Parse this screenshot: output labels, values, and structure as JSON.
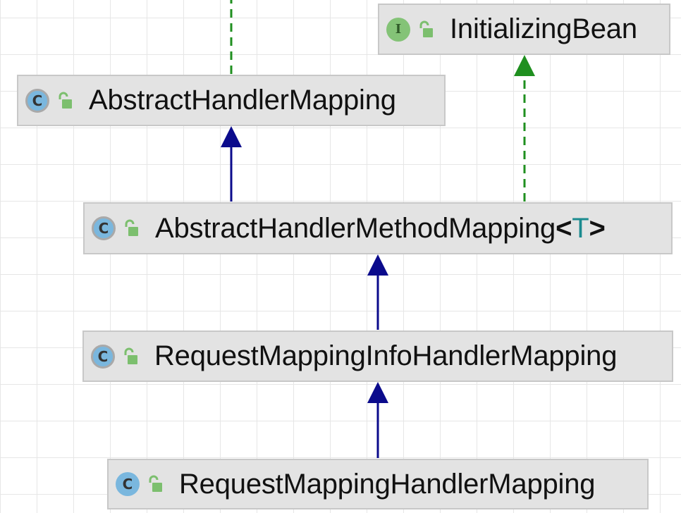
{
  "diagram": {
    "nodes": [
      {
        "id": "initializing_bean",
        "kind": "interface",
        "kind_letter": "I",
        "name": "InitializingBean"
      },
      {
        "id": "abstract_handler_mapping",
        "kind": "class",
        "kind_letter": "C",
        "name": "AbstractHandlerMapping"
      },
      {
        "id": "abstract_handler_method_mapping",
        "kind": "class",
        "kind_letter": "C",
        "name": "AbstractHandlerMethodMapping",
        "type_open": "<",
        "type_param": "T",
        "type_close": ">"
      },
      {
        "id": "request_mapping_info_handler_mapping",
        "kind": "class",
        "kind_letter": "C",
        "name": "RequestMappingInfoHandlerMapping"
      },
      {
        "id": "request_mapping_handler_mapping",
        "kind": "class",
        "kind_letter": "C",
        "name": "RequestMappingHandlerMapping"
      }
    ],
    "edges": [
      {
        "from": "abstract_handler_method_mapping",
        "to": "abstract_handler_mapping",
        "type": "extends"
      },
      {
        "from": "abstract_handler_method_mapping",
        "to": "initializing_bean",
        "type": "implements"
      },
      {
        "from": "request_mapping_info_handler_mapping",
        "to": "abstract_handler_method_mapping",
        "type": "extends"
      },
      {
        "from": "request_mapping_handler_mapping",
        "to": "request_mapping_info_handler_mapping",
        "type": "extends"
      },
      {
        "from": "abstract_handler_mapping",
        "to": "offscreen",
        "type": "implements"
      }
    ],
    "colors": {
      "extends": "#0b0b8c",
      "implements": "#1f8f1f",
      "node_bg": "#e3e3e3",
      "class_icon": "#7ab7de",
      "interface_icon": "#84c377",
      "lock_icon": "#7cbf6e",
      "type_param": "#1b8b8f"
    },
    "icons": {
      "class": "class-icon",
      "interface": "interface-icon",
      "visibility": "public-lock-icon"
    }
  }
}
